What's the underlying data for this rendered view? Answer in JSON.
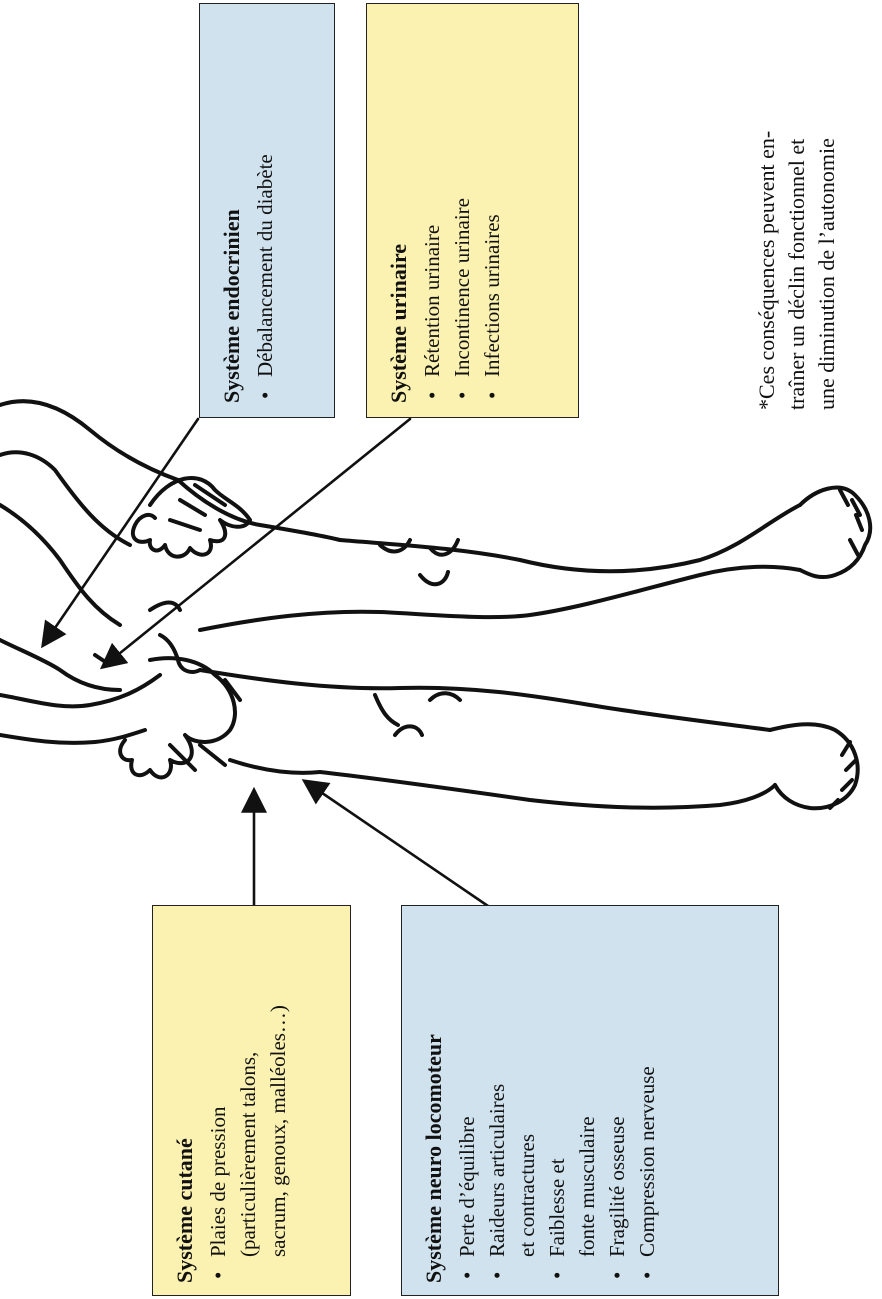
{
  "colors": {
    "blue_box": "#cfe2ee",
    "yellow_box": "#fbf1b0",
    "outline": "#111111"
  },
  "endocrinien": {
    "title": "Système endocrinien",
    "items": [
      "Débalancement du diabète"
    ]
  },
  "urinaire": {
    "title": "Système urinaire",
    "items": [
      "Rétention urinaire",
      "Incontinence urinaire",
      "Infections urinaires"
    ]
  },
  "cutane": {
    "title": "Système cutané",
    "items": [
      [
        "Plaies de pression",
        "(particulièrement talons,",
        "sacrum, genoux, malléoles…)"
      ]
    ]
  },
  "neuro": {
    "title": "Système neuro locomoteur",
    "items": [
      [
        "Perte d’équilibre"
      ],
      [
        "Raideurs articulaires",
        "et contractures"
      ],
      [
        "Faiblesse et",
        "fonte musculaire"
      ],
      [
        "Fragilité osseuse"
      ],
      [
        "Compression nerveuse"
      ]
    ]
  },
  "note": {
    "lines": [
      "*Ces conséquences peuvent en-",
      "traîner un déclin fonctionnel et",
      "une diminution de l’autonomie"
    ]
  }
}
